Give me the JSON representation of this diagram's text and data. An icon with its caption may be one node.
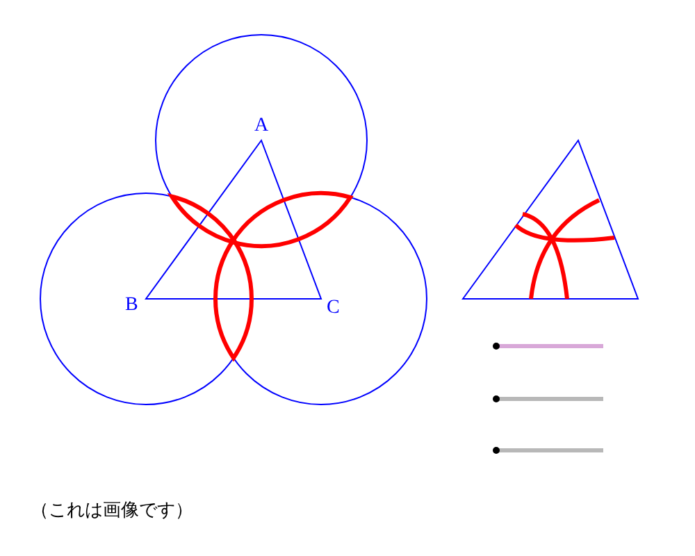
{
  "diagram": {
    "labels": [
      "A",
      "B",
      "C",
      "（これは画像です）"
    ]
  }
}
